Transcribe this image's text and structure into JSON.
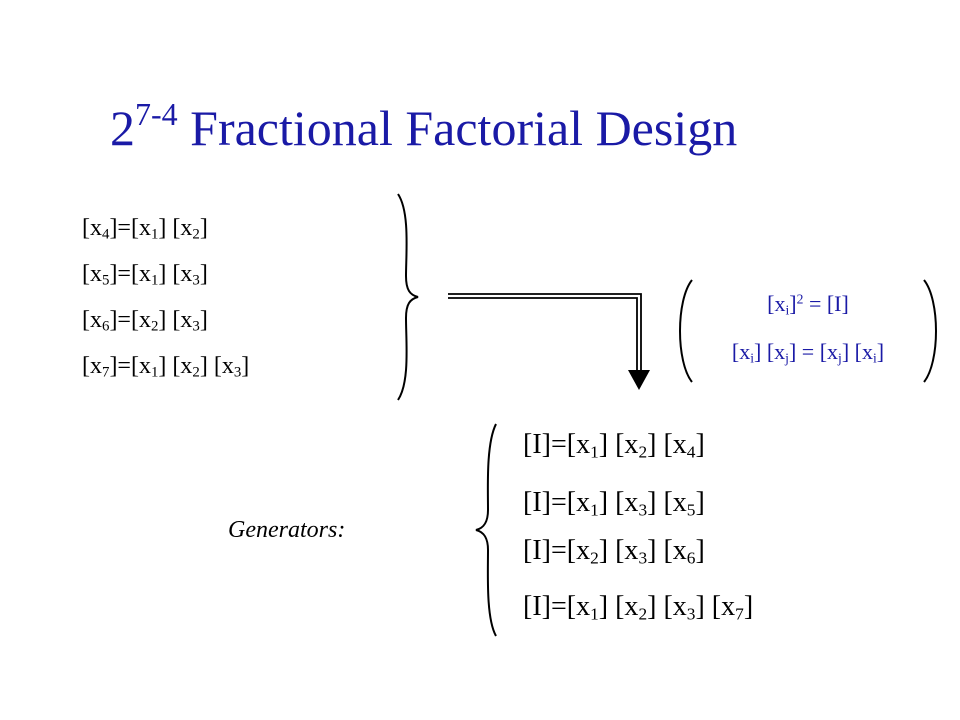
{
  "colors": {
    "accent": "#1a1aa6",
    "text": "#000000",
    "background": "#ffffff"
  },
  "title": {
    "base": "2",
    "exponent": "7-4",
    "text": "Fractional Factorial Design"
  },
  "definitions": [
    [
      {
        "t": "[x"
      },
      {
        "sub": "4"
      },
      {
        "t": "]=[x"
      },
      {
        "sub": "1"
      },
      {
        "t": "] [x"
      },
      {
        "sub": "2"
      },
      {
        "t": "]"
      }
    ],
    [
      {
        "t": "[x"
      },
      {
        "sub": "5"
      },
      {
        "t": "]=[x"
      },
      {
        "sub": "1"
      },
      {
        "t": "] [x"
      },
      {
        "sub": "3"
      },
      {
        "t": "]"
      }
    ],
    [
      {
        "t": "[x"
      },
      {
        "sub": "6"
      },
      {
        "t": "]=[x"
      },
      {
        "sub": "2"
      },
      {
        "t": "] [x"
      },
      {
        "sub": "3"
      },
      {
        "t": "]"
      }
    ],
    [
      {
        "t": "[x"
      },
      {
        "sub": "7"
      },
      {
        "t": "]=[x"
      },
      {
        "sub": "1"
      },
      {
        "t": "] [x"
      },
      {
        "sub": "2"
      },
      {
        "t": "] [x"
      },
      {
        "sub": "3"
      },
      {
        "t": "]"
      }
    ]
  ],
  "rules": [
    [
      {
        "t": "[x"
      },
      {
        "sub": "i"
      },
      {
        "t": "]"
      },
      {
        "sup": "2"
      },
      {
        "t": " = [I]"
      }
    ],
    [
      {
        "t": "[x"
      },
      {
        "sub": "i"
      },
      {
        "t": "] [x"
      },
      {
        "sub": "j"
      },
      {
        "t": "] = [x"
      },
      {
        "sub": "j"
      },
      {
        "t": "] [x"
      },
      {
        "sub": "i"
      },
      {
        "t": "]"
      }
    ]
  ],
  "generators_label": "Generators:",
  "generators": [
    [
      {
        "t": "[I]=[x"
      },
      {
        "sub": "1"
      },
      {
        "t": "] [x"
      },
      {
        "sub": "2"
      },
      {
        "t": "] [x"
      },
      {
        "sub": "4"
      },
      {
        "t": "]"
      }
    ],
    [
      {
        "t": "[I]=[x"
      },
      {
        "sub": "1"
      },
      {
        "t": "] [x"
      },
      {
        "sub": "3"
      },
      {
        "t": "] [x"
      },
      {
        "sub": "5"
      },
      {
        "t": "]"
      }
    ],
    [
      {
        "t": "[I]=[x"
      },
      {
        "sub": "2"
      },
      {
        "t": "] [x"
      },
      {
        "sub": "3"
      },
      {
        "t": "] [x"
      },
      {
        "sub": "6"
      },
      {
        "t": "]"
      }
    ],
    [
      {
        "t": "[I]=[x"
      },
      {
        "sub": "1"
      },
      {
        "t": "] [x"
      },
      {
        "sub": "2"
      },
      {
        "t": "] [x"
      },
      {
        "sub": "3"
      },
      {
        "t": "] [x"
      },
      {
        "sub": "7"
      },
      {
        "t": "]"
      }
    ]
  ]
}
